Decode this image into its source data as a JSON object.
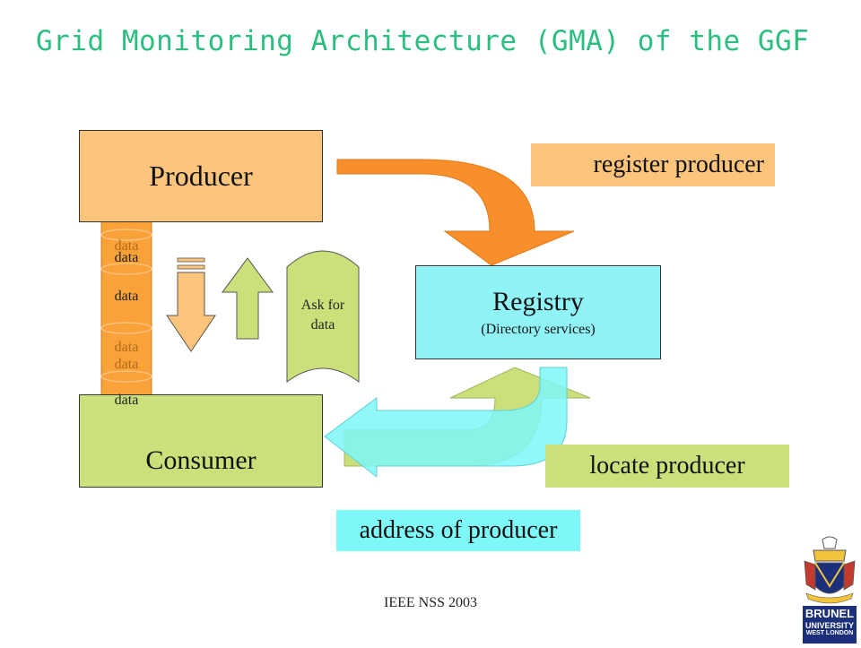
{
  "title": "Grid Monitoring Architecture (GMA) of the GGF",
  "producer": "Producer",
  "consumer": "Consumer",
  "registry": {
    "title": "Registry",
    "subtitle": "(Directory services)"
  },
  "labels": {
    "register": "register producer",
    "locate": "locate producer",
    "address": "address of producer"
  },
  "ask": {
    "line1": "Ask for",
    "line2": "data"
  },
  "data_labels": [
    "data",
    "data",
    "data",
    "data",
    "data",
    "data"
  ],
  "footer": "IEEE NSS 2003",
  "logo": {
    "line1": "BRUNEL",
    "line2": "UNIVERSITY",
    "line3": "WEST LONDON"
  },
  "colors": {
    "title": "#2bbf7f",
    "producer": "#fdc57c",
    "consumer": "#cbe07a",
    "registry": "#8ff3f7",
    "orange_arrow": "#f98f2b",
    "green_arrow": "#cbe07a",
    "cyan_arrow": "#7ef7f8",
    "cylinder": "#f9a23a",
    "logo_blue": "#1b2f7a"
  }
}
